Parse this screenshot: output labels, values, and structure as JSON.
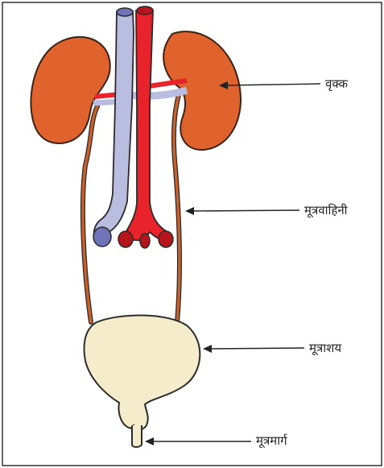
{
  "labels": {
    "kidney": "वृक्क",
    "ureter": "मूत्रवाहिनी",
    "bladder": "मूत्राशय",
    "urethra": "मूत्रमार्ग"
  },
  "colors": {
    "kidney": "#e0622c",
    "kidney_outline": "#3a2418",
    "vein": "#b9bde0",
    "artery": "#e8232c",
    "ureter": "#c9602a",
    "bladder": "#f4eccb",
    "outline": "#2b2b2b",
    "frame": "#333333"
  }
}
